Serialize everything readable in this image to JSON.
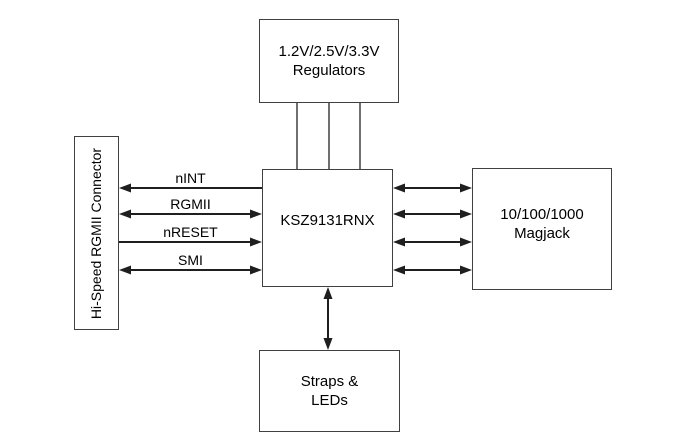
{
  "diagram": {
    "colors": {
      "background": "#ffffff",
      "box_border": "#404040",
      "wire": "#1f1f1f",
      "text": "#000000"
    },
    "blocks": {
      "regulators": {
        "line1": "1.2V/2.5V/3.3V",
        "line2": "Regulators"
      },
      "connector": {
        "label": "Hi-Speed RGMII Connector"
      },
      "ksz": {
        "label": "KSZ9131RNX"
      },
      "magjack": {
        "line1": "10/100/1000",
        "line2": "Magjack"
      },
      "straps": {
        "line1": "Straps &",
        "line2": "LEDs"
      }
    },
    "signals": {
      "nint": "nINT",
      "rgmii": "RGMII",
      "nreset": "nRESET",
      "smi": "SMI"
    }
  }
}
